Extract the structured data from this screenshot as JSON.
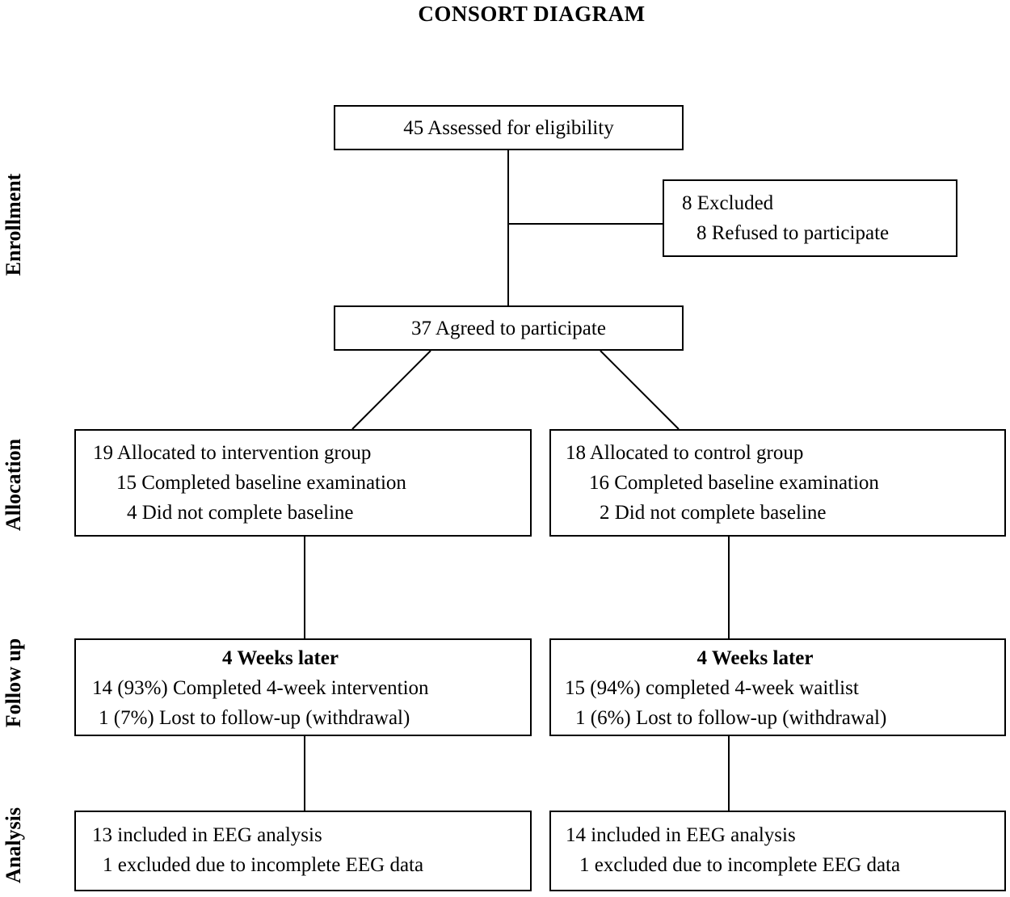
{
  "title": "CONSORT DIAGRAM",
  "stages": [
    {
      "label": "Enrollment"
    },
    {
      "label": "Allocation"
    },
    {
      "label": "Follow up"
    },
    {
      "label": "Analysis"
    }
  ],
  "boxes": {
    "eligibility": {
      "lines": [
        "45 Assessed for eligibility"
      ]
    },
    "excluded": {
      "lines": [
        "8 Excluded",
        "8 Refused to participate"
      ]
    },
    "agreed": {
      "lines": [
        "37 Agreed to participate"
      ]
    },
    "alloc_intervention": {
      "lines": [
        "19 Allocated to intervention group",
        "15 Completed baseline examination",
        "4 Did not complete baseline"
      ]
    },
    "alloc_control": {
      "lines": [
        "18 Allocated to control group",
        "16 Completed baseline examination",
        "2 Did not complete baseline"
      ]
    },
    "followup_intervention": {
      "heading": "4 Weeks later",
      "lines": [
        "14 (93%) Completed 4-week intervention",
        "1 (7%) Lost to follow-up (withdrawal)"
      ]
    },
    "followup_control": {
      "heading": "4 Weeks later",
      "lines": [
        "15 (94%) completed 4-week waitlist",
        "1 (6%) Lost to follow-up (withdrawal)"
      ]
    },
    "analysis_intervention": {
      "lines": [
        "13 included in EEG analysis",
        "1 excluded due to incomplete EEG data"
      ]
    },
    "analysis_control": {
      "lines": [
        "14 included in EEG analysis",
        "1 excluded due to incomplete EEG data"
      ]
    }
  },
  "colors": {
    "line": "#000000",
    "background": "#ffffff",
    "text": "#000000"
  }
}
